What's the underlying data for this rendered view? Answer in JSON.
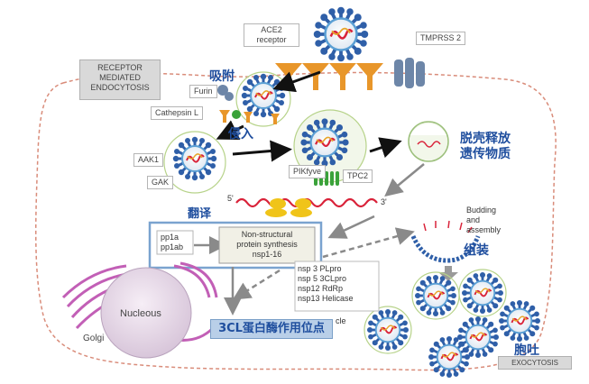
{
  "labels": {
    "ace2": "ACE2\nreceptor",
    "tmprss2": "TMPRSS 2",
    "receptor_endocytosis": "RECEPTOR\nMEDIATED\nENDOCYTOSIS",
    "adsorption_cn": "吸附",
    "furin": "Furin",
    "cathepsin": "Cathepsin L",
    "entry_cn": "侵入",
    "aak1": "AAK1",
    "gak": "GAK",
    "pikfyve": "PIKfyve",
    "tpc2": "TPC2",
    "uncoating_cn": "脱壳释放\n遗传物质",
    "five_prime": "5'",
    "three_prime": "3'",
    "translation_cn": "翻译",
    "pp1a": "pp1a\npp1ab",
    "nsp_synthesis": "Non-structural\nprotein synthesis\nnsp1-16",
    "budding": "Budding\nand\nassembly",
    "assembly_cn": "组装",
    "nsp_list": "nsp 3 PLpro\nnsp 5 3CLpro\nnsp12 RdRp\nnsp13 Helicase",
    "cle": "cle",
    "nucleus": "Nucleous",
    "golgi": "Golgi",
    "protease_site": "3CL蛋白酶作用位点",
    "exocytosis_cn": "胞吐",
    "exocytosis": "EXOCYTOSIS"
  },
  "colors": {
    "virus_spike": "#2f5fa8",
    "virus_ring": "#5a9fd4",
    "receptor": "#e8962a",
    "membrane": "#d98c7a",
    "rna": "#d9233a",
    "ribosome": "#f0c419",
    "tpc2": "#3aa23a",
    "golgi": "#c25fb6",
    "chinese_label": "#1f4e9e"
  }
}
